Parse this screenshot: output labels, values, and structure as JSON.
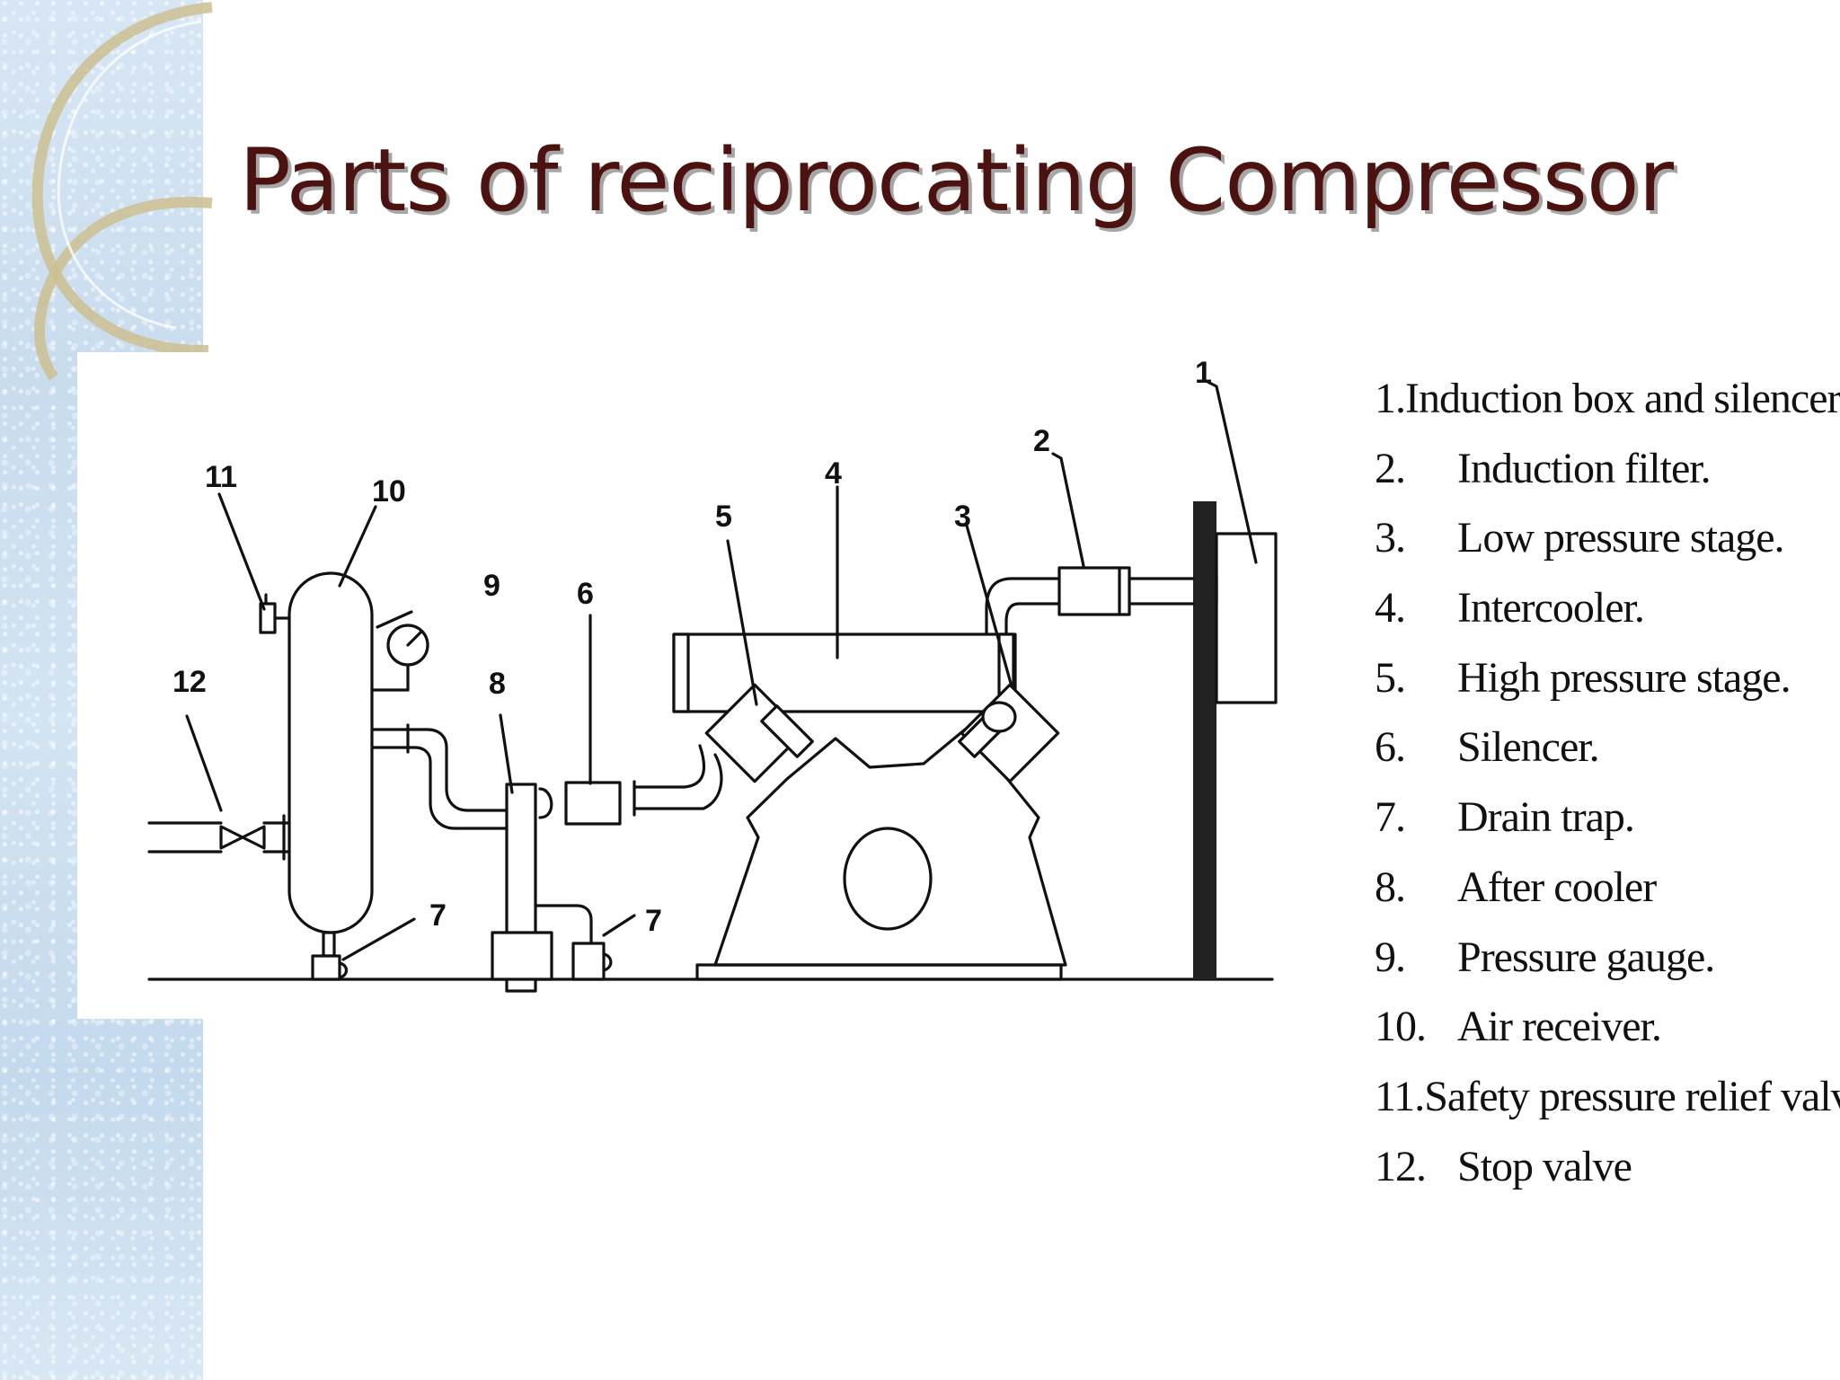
{
  "slide": {
    "title": "Parts of reciprocating Compressor"
  },
  "diagram": {
    "labels": [
      "1",
      "2",
      "3",
      "4",
      "5",
      "6",
      "7",
      "7",
      "8",
      "9",
      "10",
      "11",
      "12"
    ]
  },
  "legend": [
    {
      "number": "1.",
      "text": "Induction box  and silencer"
    },
    {
      "number": "2.",
      "text": "Induction filter."
    },
    {
      "number": "3.",
      "text": "Low pressure stage."
    },
    {
      "number": "4.",
      "text": "Intercooler."
    },
    {
      "number": "5.",
      "text": "High pressure stage."
    },
    {
      "number": "6.",
      "text": "Silencer."
    },
    {
      "number": "7.",
      "text": "Drain trap."
    },
    {
      "number": "8.",
      "text": "After cooler"
    },
    {
      "number": "9.",
      "text": "Pressure gauge."
    },
    {
      "number": "10.",
      "text": "Air receiver."
    },
    {
      "number": "11.",
      "text": "Safety pressure relief valve."
    },
    {
      "number": "12.",
      "text": "Stop valve"
    }
  ]
}
